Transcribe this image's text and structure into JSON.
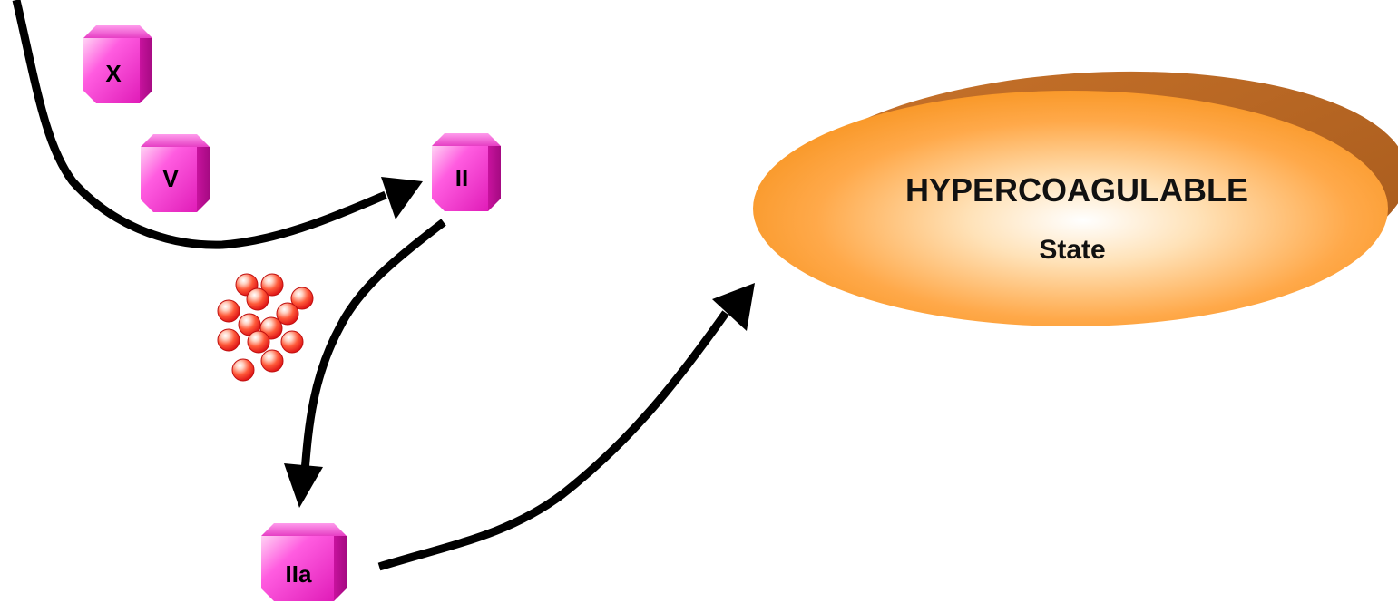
{
  "factors": {
    "x": {
      "label": "X"
    },
    "v": {
      "label": "V"
    },
    "ii": {
      "label": "II"
    },
    "iia": {
      "label": "IIa"
    }
  },
  "state": {
    "title": "HYPERCOAGULABLE",
    "subtitle": "State"
  },
  "colors": {
    "factor_face": "#ff33d6",
    "factor_edge": "#cc1aa8",
    "state_fill": "#f7941d",
    "state_edge": "#b85f1e",
    "particle": "#ff4a2a",
    "arrow": "#000000"
  },
  "icons": {
    "factor": "octagonal-block-icon",
    "particles": "platelet-cluster-icon"
  }
}
